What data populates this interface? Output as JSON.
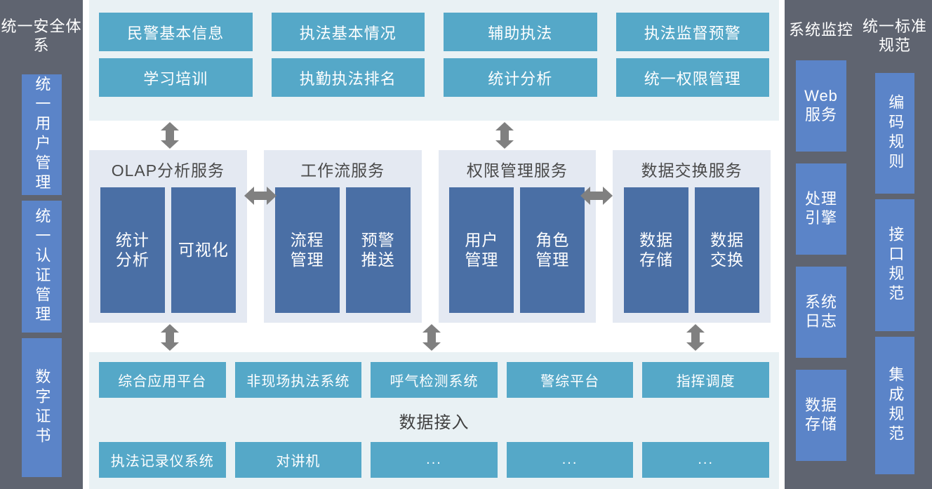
{
  "colors": {
    "rail_bg": "#5f6470",
    "rail_box": "#5b84c8",
    "teal_box": "#55a8c8",
    "service_box": "#4a6fa5",
    "app_band_bg": "#e9f1f4",
    "service_band_bg": "#e4e9f2",
    "arrow": "#808080"
  },
  "left_rail": {
    "title": "统一安全体系",
    "items": [
      {
        "label": "统一用户管理"
      },
      {
        "label": "统一认证管理"
      },
      {
        "label": "数字证书"
      }
    ]
  },
  "application_layer": {
    "items": [
      {
        "label": "民警基本信息"
      },
      {
        "label": "执法基本情况"
      },
      {
        "label": "辅助执法"
      },
      {
        "label": "执法监督预警"
      },
      {
        "label": "学习培训"
      },
      {
        "label": "执勤执法排名"
      },
      {
        "label": "统计分析"
      },
      {
        "label": "统一权限管理"
      }
    ]
  },
  "service_layer": {
    "groups": [
      {
        "title": "OLAP分析服务",
        "items": [
          {
            "label": "统计\n分析"
          },
          {
            "label": "可视化"
          }
        ]
      },
      {
        "title": "工作流服务",
        "items": [
          {
            "label": "流程\n管理"
          },
          {
            "label": "预警\n推送"
          }
        ]
      },
      {
        "title": "权限管理服务",
        "items": [
          {
            "label": "用户\n管理"
          },
          {
            "label": "角色\n管理"
          }
        ]
      },
      {
        "title": "数据交换服务",
        "items": [
          {
            "label": "数据\n存储"
          },
          {
            "label": "数据\n交换"
          }
        ]
      }
    ]
  },
  "data_layer": {
    "caption": "数据接入",
    "row1": [
      {
        "label": "综合应用平台"
      },
      {
        "label": "非现场执法系统"
      },
      {
        "label": "呼气检测系统"
      },
      {
        "label": "警综平台"
      },
      {
        "label": "指挥调度"
      }
    ],
    "row2": [
      {
        "label": "执法记录仪系统"
      },
      {
        "label": "对讲机"
      },
      {
        "label": "..."
      },
      {
        "label": "..."
      },
      {
        "label": "..."
      }
    ]
  },
  "monitor_rail": {
    "title": "系统监控",
    "items": [
      {
        "label": "Web\n服务"
      },
      {
        "label": "处理\n引擎"
      },
      {
        "label": "系统\n日志"
      },
      {
        "label": "数据\n存储"
      }
    ]
  },
  "standard_rail": {
    "title": "统一标准规范",
    "items": [
      {
        "label": "编码规则"
      },
      {
        "label": "接口规范"
      },
      {
        "label": "集成规范"
      }
    ]
  },
  "connectors": {
    "app_to_service": [
      {
        "name": "arrow-apps-olap",
        "type": "double-vertical"
      },
      {
        "name": "arrow-apps-authz",
        "type": "double-vertical"
      }
    ],
    "service_to_service": [
      {
        "name": "arrow-olap-workflow",
        "type": "double-horizontal"
      },
      {
        "name": "arrow-authz-exchange",
        "type": "double-horizontal"
      }
    ],
    "service_to_data": [
      {
        "name": "arrow-olap-data",
        "type": "double-vertical"
      },
      {
        "name": "arrow-workflow-data",
        "type": "double-vertical"
      },
      {
        "name": "arrow-exchange-data",
        "type": "double-vertical"
      }
    ]
  }
}
